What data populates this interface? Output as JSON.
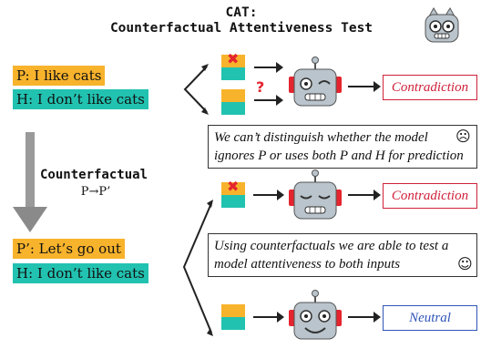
{
  "title": {
    "line1": "CAT:",
    "line2": "Counterfactual Attentiveness Test"
  },
  "top_pair": {
    "premise": "P: I like cats",
    "hypothesis": "H: I don’t like cats"
  },
  "top_note": {
    "text": "We can’t distinguish whether the model ignores P or uses both P and H for prediction"
  },
  "counterfactual": {
    "label": "Counterfactual",
    "sub": "P→P’"
  },
  "bottom_pair": {
    "premise": "P’: Let’s go out",
    "hypothesis": "H: I don’t like cats"
  },
  "bottom_note": {
    "text": "Using counterfactuals we are able to test a model attentiveness to both inputs"
  },
  "outputs": {
    "row1": "Contradiction",
    "row2": "Contradiction",
    "row3": "Neutral"
  },
  "colors": {
    "premise": "#f8b32c",
    "hypothesis": "#22c2b0",
    "contradiction": "#d0213a",
    "neutral": "#2f55b8",
    "robot": "#b9c4cc",
    "robot_ear": "#e4252f",
    "x_mark": "#e4252f"
  },
  "icons": {
    "x_mark": "cross-mark-icon",
    "question": "question-mark-icon"
  }
}
